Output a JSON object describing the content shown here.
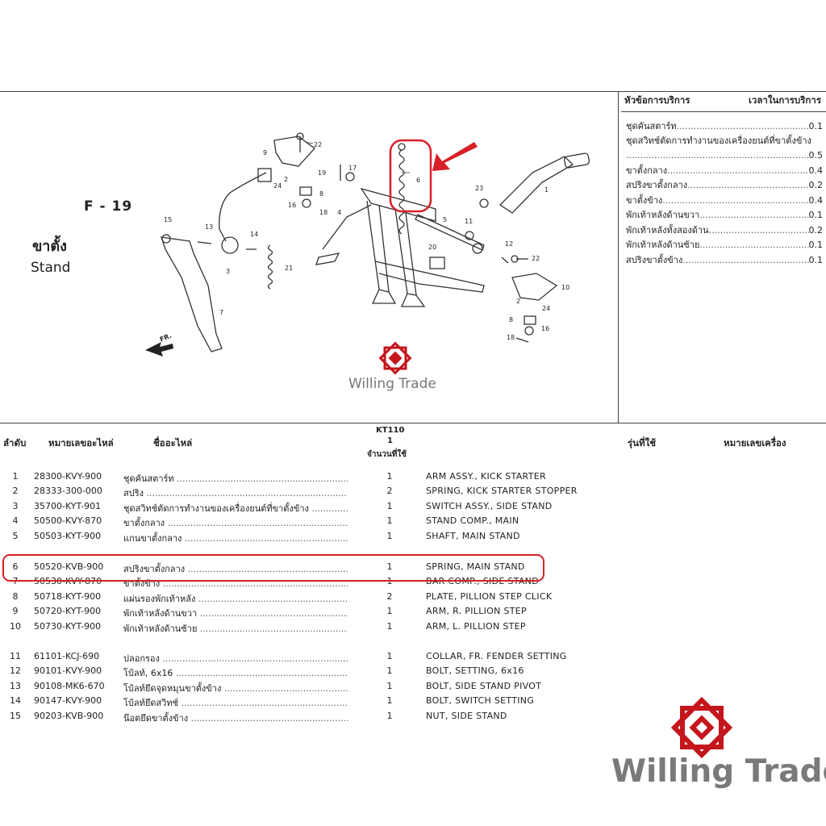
{
  "diagram": {
    "code": "F - 19",
    "title_th": "ขาตั้ง",
    "title_en": "Stand",
    "direction_label": "FR.",
    "callouts": [
      "1",
      "2",
      "3",
      "4",
      "5",
      "6",
      "7",
      "8",
      "9",
      "10",
      "11",
      "12",
      "13",
      "14",
      "15",
      "16",
      "17",
      "18",
      "19",
      "20",
      "21",
      "22",
      "23",
      "24"
    ]
  },
  "service": {
    "header_topic": "หัวข้อการบริการ",
    "header_time": "เวลาในการบริการ",
    "rows": [
      {
        "label": "ชุดคันสตาร์ท",
        "value": "0.1"
      },
      {
        "label": "ชุดสวิทช์ตัดการทำงานของเครื่องยนต์ที่ขาตั้งข้าง",
        "value": ""
      },
      {
        "label": "",
        "value": "0.5"
      },
      {
        "label": "ขาตั้งกลาง",
        "value": "0.4"
      },
      {
        "label": "สปริงขาตั้งกลาง",
        "value": "0.2"
      },
      {
        "label": "ขาตั้งข้าง",
        "value": "0.4"
      },
      {
        "label": "พักเท้าหลังด้านขวา",
        "value": "0.1"
      },
      {
        "label": "พักเท้าหลังทั้งสองด้าน",
        "value": "0.2"
      },
      {
        "label": "พักเท้าหลังด้านซ้าย",
        "value": "0.1"
      },
      {
        "label": "สปริงขาตั้งข้าง",
        "value": "0.1"
      }
    ]
  },
  "table": {
    "headers": {
      "no": "ลำดับ",
      "part_no": "หมายเลขอะไหล่",
      "part_name": "ชื่ออะไหล่",
      "model": "KT110",
      "model_sub": "1",
      "qty": "จำนวนที่ใช้",
      "used_model": "รุ่นที่ใช้",
      "engine_no": "หมายเลขเครื่อง"
    },
    "rows": [
      {
        "no": "1",
        "part_no": "28300-KVY-900",
        "name_th": "ชุดคันสตาร์ท",
        "qty": "1",
        "name_en": "ARM ASSY., KICK STARTER"
      },
      {
        "no": "2",
        "part_no": "28333-300-000",
        "name_th": "สปริง",
        "qty": "2",
        "name_en": "SPRING, KICK STARTER STOPPER"
      },
      {
        "no": "3",
        "part_no": "35700-KYT-901",
        "name_th": "ชุดสวิทช์ตัดการทำงานของเครื่องยนต์ที่ขาตั้งข้าง",
        "qty": "1",
        "name_en": "SWITCH ASSY., SIDE STAND"
      },
      {
        "no": "4",
        "part_no": "50500-KVY-870",
        "name_th": "ขาตั้งกลาง",
        "qty": "1",
        "name_en": "STAND COMP., MAIN"
      },
      {
        "no": "5",
        "part_no": "50503-KYT-900",
        "name_th": "แกนขาตั้งกลาง",
        "qty": "1",
        "name_en": "SHAFT, MAIN STAND"
      },
      {
        "no": "6",
        "part_no": "50520-KVB-900",
        "name_th": "สปริงขาตั้งกลาง",
        "qty": "1",
        "name_en": "SPRING, MAIN STAND"
      },
      {
        "no": "7",
        "part_no": "50530-KVY-870",
        "name_th": "ขาตั้งข้าง",
        "qty": "1",
        "name_en": "BAR COMP., SIDE STAND"
      },
      {
        "no": "8",
        "part_no": "50718-KYT-900",
        "name_th": "แผ่นรองพักเท้าหลัง",
        "qty": "2",
        "name_en": "PLATE, PILLION STEP CLICK"
      },
      {
        "no": "9",
        "part_no": "50720-KYT-900",
        "name_th": "พักเท้าหลังด้านขวา",
        "qty": "1",
        "name_en": "ARM, R. PILLION STEP"
      },
      {
        "no": "10",
        "part_no": "50730-KYT-900",
        "name_th": "พักเท้าหลังด้านซ้าย",
        "qty": "1",
        "name_en": "ARM, L. PILLION STEP"
      },
      {
        "no": "11",
        "part_no": "61101-KCJ-690",
        "name_th": "ปลอกรอง",
        "qty": "1",
        "name_en": "COLLAR, FR. FENDER SETTING"
      },
      {
        "no": "12",
        "part_no": "90101-KVY-900",
        "name_th": "โบ้ลท์, 6x16",
        "qty": "1",
        "name_en": "BOLT, SETTING, 6x16"
      },
      {
        "no": "13",
        "part_no": "90108-MK6-670",
        "name_th": "โบ้ลท์ยึดจุดหมุนขาตั้งข้าง",
        "qty": "1",
        "name_en": "BOLT, SIDE STAND PIVOT"
      },
      {
        "no": "14",
        "part_no": "90147-KVY-900",
        "name_th": "โบ้ลท์ยึดสวิทช์",
        "qty": "1",
        "name_en": "BOLT, SWITCH SETTING"
      },
      {
        "no": "15",
        "part_no": "90203-KVB-900",
        "name_th": "น๊อตยึดขาตั้งข้าง",
        "qty": "1",
        "name_en": "NUT, SIDE STAND"
      }
    ]
  },
  "watermark": {
    "text": "Willing Trade"
  },
  "logo": {
    "text": "Willing Trade"
  },
  "colors": {
    "highlight": "#d81f26",
    "logo_red": "#c4161c",
    "line": "#444444"
  }
}
